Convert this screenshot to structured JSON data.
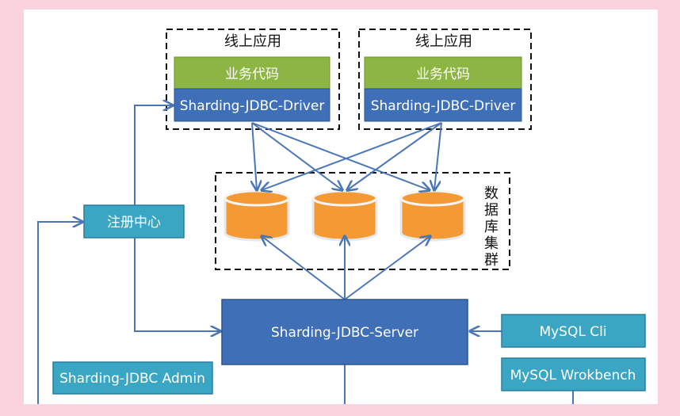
{
  "app_boxes": [
    {
      "title": "线上应用",
      "business": "业务代码",
      "driver": "Sharding-JDBC-Driver"
    },
    {
      "title": "线上应用",
      "business": "业务代码",
      "driver": "Sharding-JDBC-Driver"
    }
  ],
  "db_cluster": {
    "label_chars": [
      "数",
      "据",
      "库",
      "集",
      "群"
    ],
    "database_count": 3
  },
  "registry": "注册中心",
  "server": "Sharding-JDBC-Server",
  "admin": "Sharding-JDBC Admin",
  "mysql_cli": "MySQL Cli",
  "mysql_workbench": "MySQL Wrokbench",
  "colors": {
    "background": "#fbd3df",
    "green": "#8db544",
    "blue": "#3f6fb7",
    "teal": "#3aa6c4",
    "orange": "#f39a35",
    "arrow": "#4a76b8"
  }
}
